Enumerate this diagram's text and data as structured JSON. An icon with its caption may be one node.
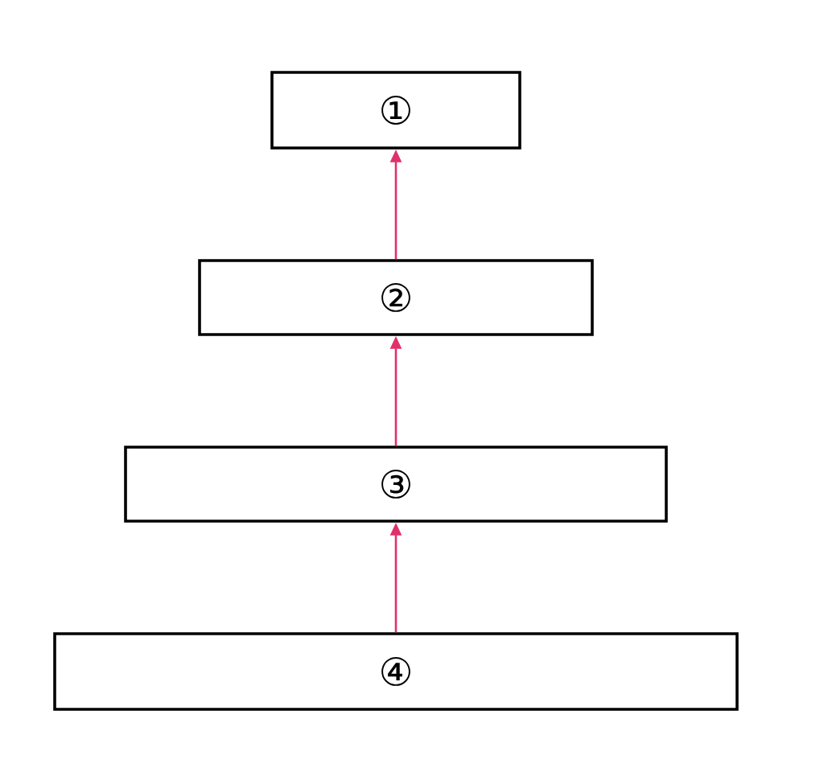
{
  "diagram": {
    "nodes": [
      {
        "text": [
          "①"
        ]
      },
      {
        "text": [
          "②"
        ]
      },
      {
        "text": [
          "③"
        ]
      },
      {
        "text": [
          "④"
        ]
      }
    ],
    "edges": [
      {
        "from": 1,
        "to": 0,
        "arrow": "to"
      },
      {
        "from": 2,
        "to": 1,
        "arrow": "to"
      },
      {
        "from": 3,
        "to": 2,
        "arrow": "to"
      }
    ]
  }
}
